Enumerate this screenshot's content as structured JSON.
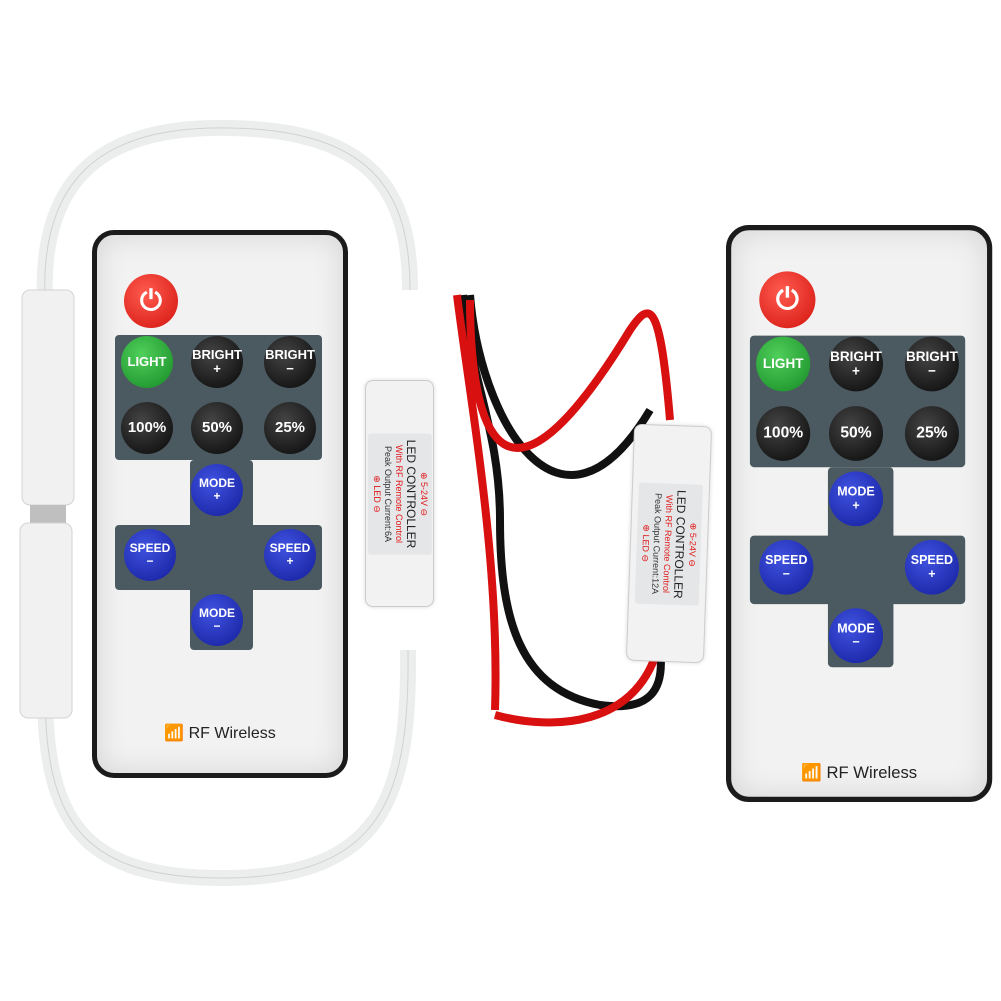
{
  "remote": {
    "power": "⏻",
    "keys": {
      "light": "LIGHT",
      "bright": "BRIGHT",
      "plus": "+",
      "minus": "−",
      "p100": "100%",
      "p50": "50%",
      "p25": "25%",
      "mode": "MODE",
      "speed": "SPEED"
    },
    "rf_label": "RF Wireless",
    "wifi_icon": "wifi-icon"
  },
  "controller1": {
    "voltage": "⊕ 5-24V ⊖",
    "title": "LED CONTROLLER",
    "subtitle": "With RF Remote Control",
    "current": "Peak Output Current:6A",
    "led": "⊕ LED ⊖"
  },
  "controller2": {
    "voltage": "⊕ 5-24V ⊖",
    "title": "LED CONTROLLER",
    "subtitle": "With RF Remote Control",
    "current": "Peak Output Current:12A",
    "led": "⊕ LED ⊖"
  }
}
